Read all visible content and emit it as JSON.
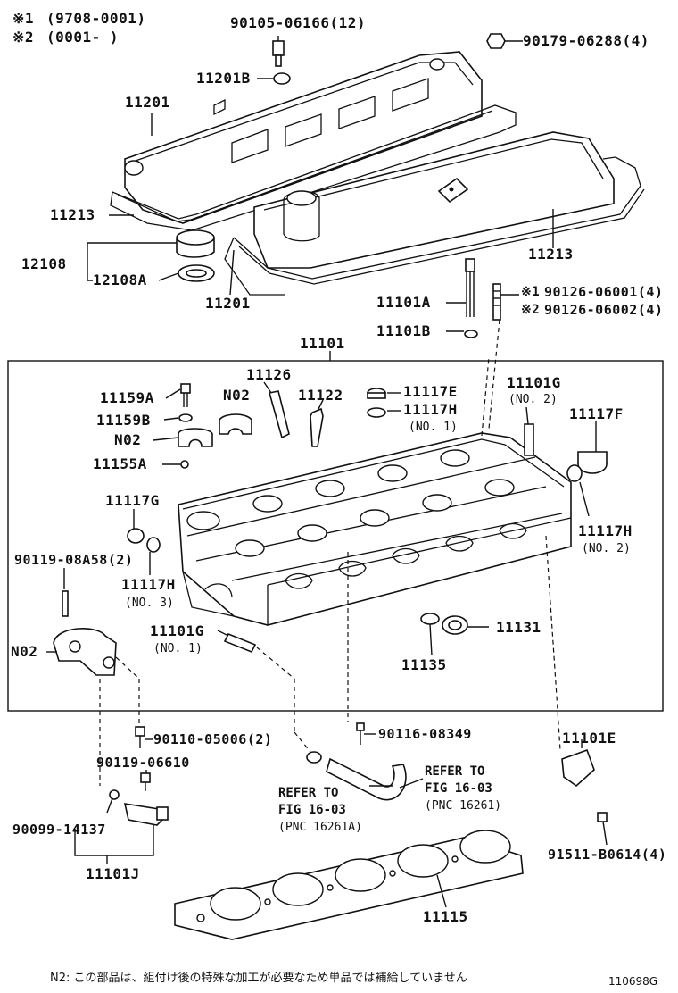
{
  "header": {
    "variant1_mark": "※1",
    "variant1_range": "(9708-0001)",
    "variant2_mark": "※2",
    "variant2_range": "(0001-       )"
  },
  "labels": {
    "p90105": "90105-06166(12)",
    "p90179": "90179-06288(4)",
    "p11201B": "11201B",
    "p11201_top": "11201",
    "p11213_left": "11213",
    "p12108": "12108",
    "p12108A": "12108A",
    "p11201_mid": "11201",
    "p11213_right": "11213",
    "p11101A": "11101A",
    "p11101B": "11101B",
    "p90126_1_mark": "※1",
    "p90126_1": "90126-06001(4)",
    "p90126_2_mark": "※2",
    "p90126_2": "90126-06002(4)",
    "p11101": "11101",
    "p11126": "11126",
    "p11159A": "11159A",
    "pN02_a": "N02",
    "p11122": "11122",
    "p11117E": "11117E",
    "p11117H_1": "11117H",
    "p11117H_1_note": "(NO. 1)",
    "p11101G_2": "11101G",
    "p11101G_2_note": "(NO. 2)",
    "p11159B": "11159B",
    "pN02_b": "N02",
    "p11117F": "11117F",
    "p11155A": "11155A",
    "p11117G": "11117G",
    "p11117H_2": "11117H",
    "p11117H_2_note": "(NO. 2)",
    "p90119_08": "90119-08A58(2)",
    "p11117H_3": "11117H",
    "p11117H_3_note": "(NO. 3)",
    "p11101G_1": "11101G",
    "p11101G_1_note": "(NO. 1)",
    "p11131": "11131",
    "pN02_c": "N02",
    "p11135": "11135",
    "p90110": "90110-05006(2)",
    "p90116": "90116-08349",
    "p90119_06": "90119-06610",
    "p11101E": "11101E",
    "ref_left_1": "REFER TO",
    "ref_left_2": "FIG 16-03",
    "ref_left_3": "(PNC 16261A)",
    "ref_right_1": "REFER TO",
    "ref_right_2": "FIG 16-03",
    "ref_right_3": "(PNC 16261)",
    "p90099": "90099-14137",
    "p91511": "91511-B0614(4)",
    "p11101J": "11101J",
    "p11115": "11115"
  },
  "footer": {
    "note": "N2: この部品は、組付け後の特殊な加工が必要なため単品では補給していません",
    "figure_code": "110698G"
  }
}
